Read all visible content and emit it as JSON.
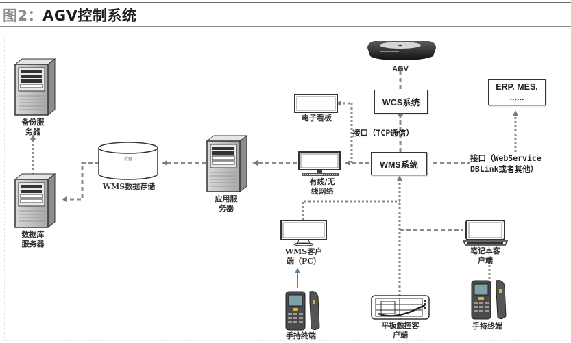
{
  "header": {
    "figure_number": "图2：",
    "title": "AGV控制系统"
  },
  "nodes": {
    "agv": {
      "label": "AGV",
      "device_caption": ""
    },
    "wcs": {
      "label": "WCS系统"
    },
    "wms": {
      "label": "WMS系统"
    },
    "erp": {
      "line1": "ERP. MES.",
      "line2": "......"
    },
    "board": {
      "label": "电子看板"
    },
    "network": {
      "line1": "有线/无",
      "line2": "线网络"
    },
    "app_server": {
      "line1": "应用服",
      "line2": "务器"
    },
    "storage": {
      "label": "WMS数据存储",
      "inner_label": "数据"
    },
    "backup_server": {
      "line1": "备份服",
      "line2": "务器"
    },
    "db_server": {
      "line1": "数据库",
      "line2": "服务器"
    },
    "wms_client": {
      "line1": "WMS客户",
      "line2": "端（PC）"
    },
    "laptop": {
      "line1": "笔记本客",
      "line2": "户端"
    },
    "tablet": {
      "line1": "平板触控客",
      "line2": "户端"
    },
    "handheld_left": {
      "label": "手持终端"
    },
    "handheld_right": {
      "label": "手持终端"
    }
  },
  "interfaces": {
    "tcp": "接口（TCP通信）",
    "webservice_line1": "接口（WebService",
    "webservice_line2": "DBLink或者其他）"
  },
  "colors": {
    "line": "#8a8a8a",
    "arrow": "#7a7a7a",
    "blue_arrow": "#4a86b8",
    "title_prefix": "#8c8c8c",
    "title": "#1d1d1d"
  }
}
